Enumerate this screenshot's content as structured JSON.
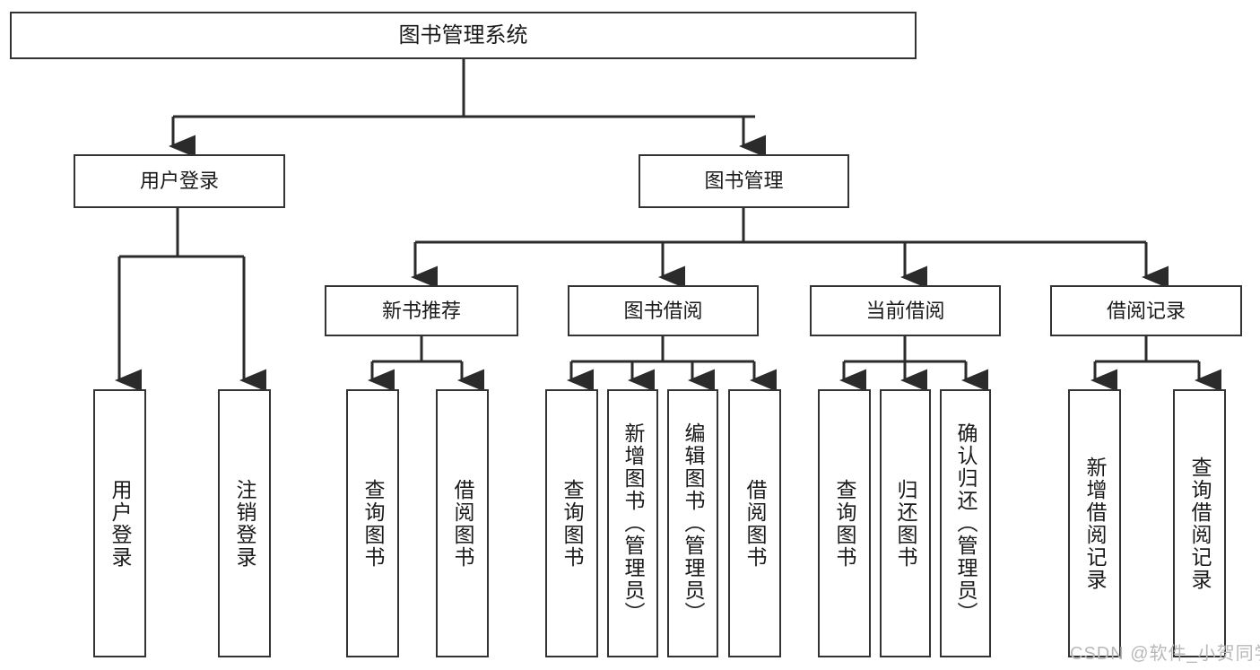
{
  "diagram": {
    "title": "图书管理系统",
    "root": {
      "label": "图书管理系统"
    },
    "level2": [
      {
        "label": "用户登录"
      },
      {
        "label": "图书管理"
      }
    ],
    "level3": [
      {
        "label": "新书推荐"
      },
      {
        "label": "图书借阅"
      },
      {
        "label": "当前借阅"
      },
      {
        "label": "借阅记录"
      }
    ],
    "leaves": {
      "user_login": [
        {
          "label": "用户登录"
        },
        {
          "label": "注销登录"
        }
      ],
      "new_book": [
        {
          "label": "查询图书"
        },
        {
          "label": "借阅图书"
        }
      ],
      "book_borrow": [
        {
          "label": "查询图书"
        },
        {
          "label": "新增图书（管理员）"
        },
        {
          "label": "编辑图书（管理员）"
        },
        {
          "label": "借阅图书"
        }
      ],
      "current_borrow": [
        {
          "label": "查询图书"
        },
        {
          "label": "归还图书"
        },
        {
          "label": "确认归还（管理员）"
        }
      ],
      "borrow_record": [
        {
          "label": "新增借阅记录"
        },
        {
          "label": "查询借阅记录"
        }
      ]
    }
  },
  "watermark": {
    "text": "CSDN @软件_小贺同学"
  },
  "colors": {
    "border": "#333333",
    "text": "#1a1a1a",
    "background": "#ffffff",
    "watermark": "#b8b8b8"
  }
}
